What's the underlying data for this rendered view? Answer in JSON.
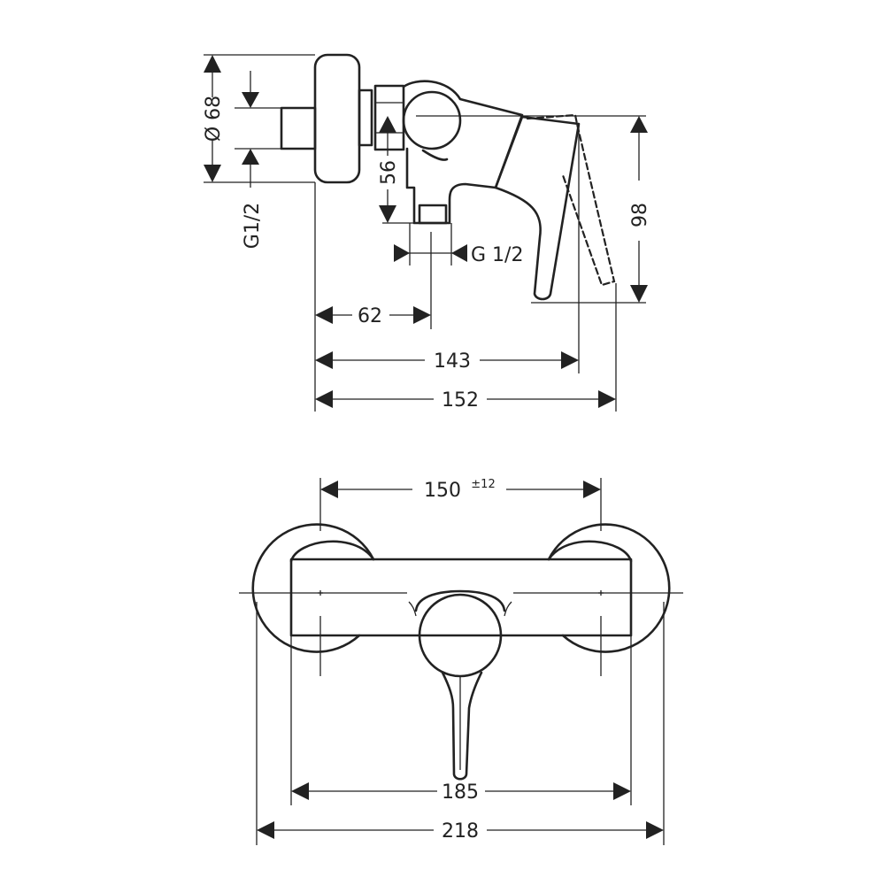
{
  "side_view": {
    "dia_label": "Ø 68",
    "inlet_thread_label": "G1/2",
    "height_56_label": "56",
    "outlet_thread_label": "G 1/2",
    "height_98_label": "98",
    "len_62_label": "62",
    "len_143_label": "143",
    "len_152_label": "152"
  },
  "front_view": {
    "centers_label": "150",
    "tolerance_label": "±12",
    "width_185_label": "185",
    "width_218_label": "218"
  }
}
